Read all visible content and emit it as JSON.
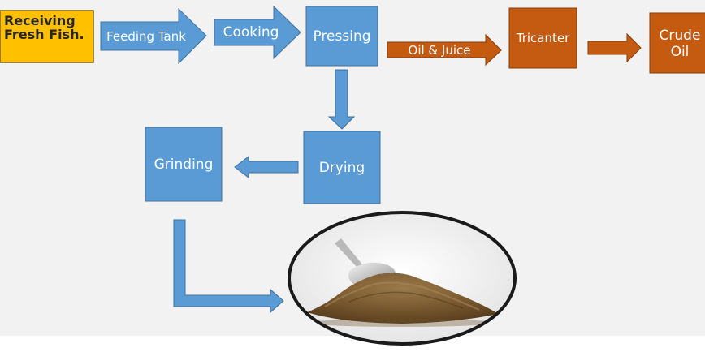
{
  "steps": {
    "receiving": "Receiving\nFresh Fish.",
    "feeding_tank": "Feeding Tank",
    "cooking": "Cooking",
    "pressing": "Pressing",
    "oil_juice": "Oil & Juice",
    "tricanter": "Tricanter",
    "crude_oil": "Crude\nOil",
    "drying": "Drying",
    "grinding": "Grinding"
  },
  "colors": {
    "background": "#f2f2f2",
    "blue": "#5b9bd5",
    "blue_border": "#41719c",
    "orange": "#c55a11",
    "orange_border": "#843c0c",
    "yellow": "#ffc000",
    "dark_text": "#262626"
  },
  "product_image": {
    "icon": "fishmeal-pile-with-scoop-icon"
  }
}
